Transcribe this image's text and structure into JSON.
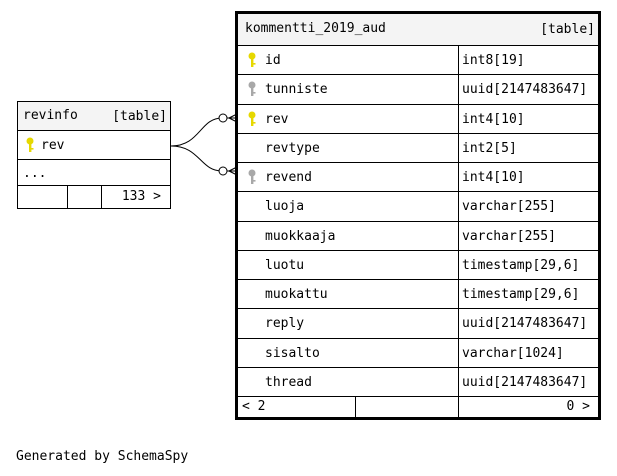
{
  "revinfo": {
    "name": "revinfo",
    "kind": "[table]",
    "columns": [
      {
        "name": "rev",
        "key": "primary"
      }
    ],
    "ellipsis": "...",
    "child_count": "133 >"
  },
  "main": {
    "name": "kommentti_2019_aud",
    "kind": "[table]",
    "columns": [
      {
        "name": "id",
        "type": "int8[19]",
        "key": "primary"
      },
      {
        "name": "tunniste",
        "type": "uuid[2147483647]",
        "key": "foreign"
      },
      {
        "name": "rev",
        "type": "int4[10]",
        "key": "primary"
      },
      {
        "name": "revtype",
        "type": "int2[5]",
        "key": ""
      },
      {
        "name": "revend",
        "type": "int4[10]",
        "key": "foreign"
      },
      {
        "name": "luoja",
        "type": "varchar[255]",
        "key": ""
      },
      {
        "name": "muokkaaja",
        "type": "varchar[255]",
        "key": ""
      },
      {
        "name": "luotu",
        "type": "timestamp[29,6]",
        "key": ""
      },
      {
        "name": "muokattu",
        "type": "timestamp[29,6]",
        "key": ""
      },
      {
        "name": "reply",
        "type": "uuid[2147483647]",
        "key": ""
      },
      {
        "name": "sisalto",
        "type": "varchar[1024]",
        "key": ""
      },
      {
        "name": "thread",
        "type": "uuid[2147483647]",
        "key": ""
      }
    ],
    "parent_count": "< 2",
    "child_count": "0 >"
  },
  "footer": "Generated by SchemaSpy",
  "colors": {
    "primary_key": "#e6d800",
    "foreign_key": "#a8a8a8",
    "header_bg": "#f4f4f4"
  }
}
